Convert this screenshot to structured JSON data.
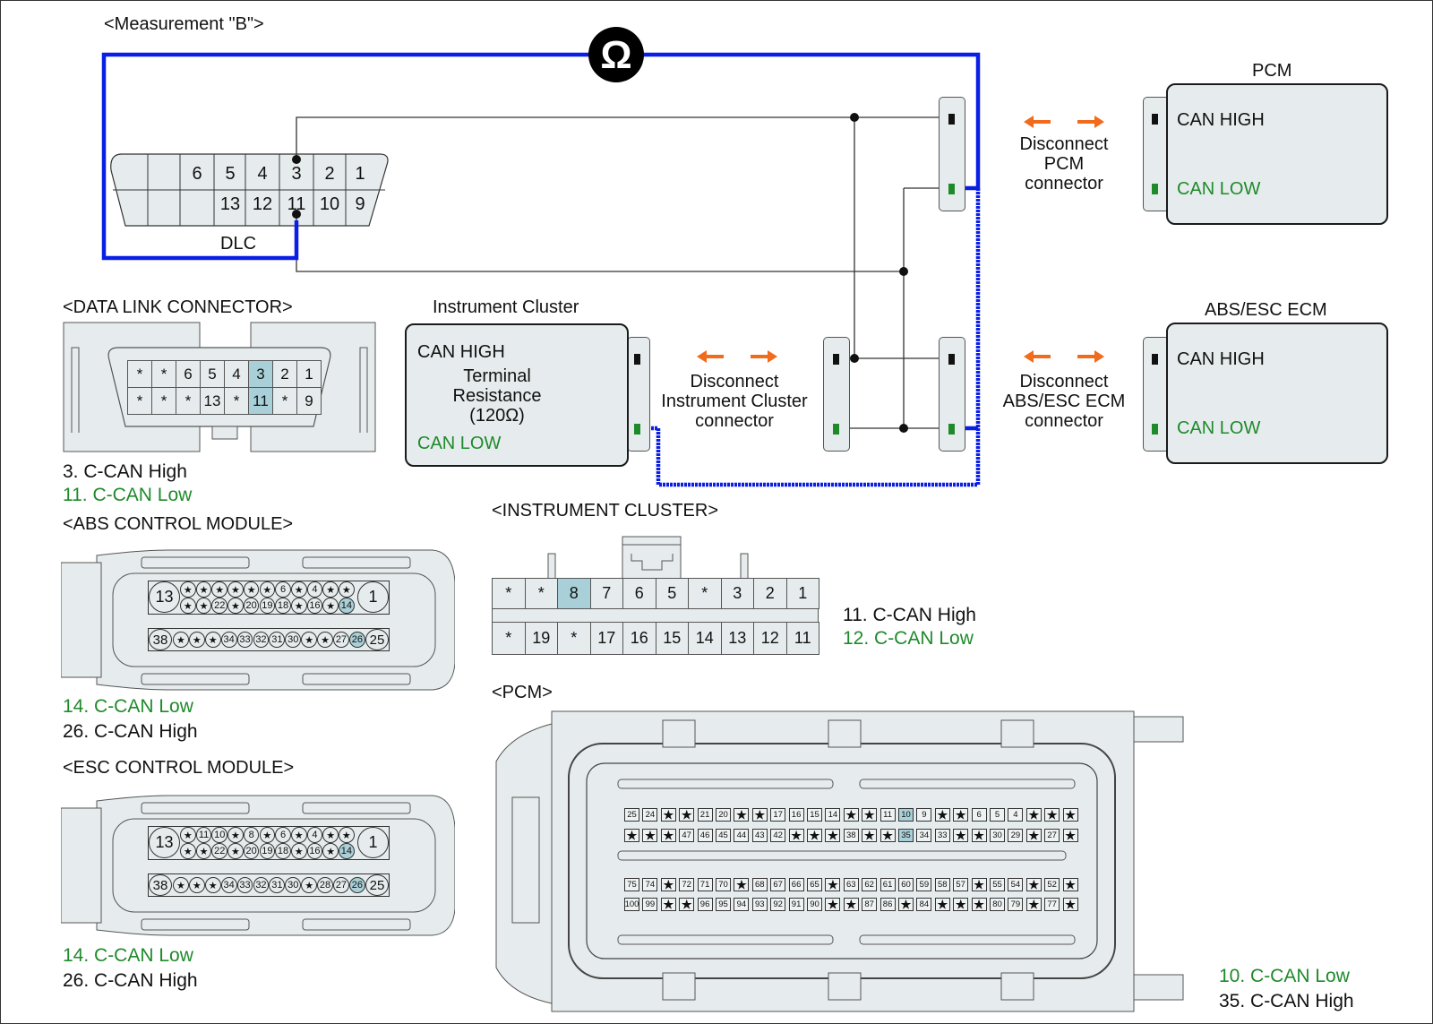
{
  "diagram": {
    "title": "<Measurement \"B\">",
    "ohmmeter_symbol": "Ω",
    "dlc": {
      "label": "DLC",
      "top_row": [
        "",
        "",
        "6",
        "5",
        "4",
        "3",
        "2",
        "1"
      ],
      "bottom_row": [
        "",
        "",
        "",
        "13",
        "12",
        "11",
        "10",
        "9"
      ]
    },
    "pcm_module": {
      "title": "PCM",
      "can_high": "CAN HIGH",
      "can_low": "CAN LOW",
      "disconnect_lines": [
        "Disconnect",
        "PCM",
        "connector"
      ]
    },
    "abs_esc_module": {
      "title": "ABS/ESC ECM",
      "can_high": "CAN HIGH",
      "can_low": "CAN LOW",
      "disconnect_lines": [
        "Disconnect",
        "ABS/ESC ECM",
        "connector"
      ]
    },
    "instrument_cluster_module": {
      "title": "Instrument Cluster",
      "can_high": "CAN HIGH",
      "can_low": "CAN LOW",
      "resistor_lines": [
        "Terminal",
        "Resistance",
        "(120Ω)"
      ],
      "disconnect_lines": [
        "Disconnect",
        "Instrument Cluster",
        "connector"
      ]
    }
  },
  "connectors": {
    "data_link": {
      "title": "<DATA LINK CONNECTOR>",
      "top_row": [
        "*",
        "*",
        "6",
        "5",
        "4",
        "3",
        "2",
        "1"
      ],
      "bottom_row": [
        "*",
        "*",
        "*",
        "13",
        "*",
        "11",
        "*",
        "9"
      ],
      "highlighted": [
        "3",
        "11"
      ],
      "legend": [
        {
          "text": "3. C-CAN High",
          "color": "#111111"
        },
        {
          "text": "11. C-CAN Low",
          "color": "#1e8a2a"
        }
      ]
    },
    "abs": {
      "title": "<ABS CONTROL MODULE>",
      "left_big": "13",
      "right_big": "1",
      "row1": [
        "*",
        "*",
        "*",
        "*",
        "*",
        "*",
        "6",
        "*",
        "4",
        "*",
        "*"
      ],
      "row2": [
        "*",
        "*",
        "22",
        "*",
        "20",
        "19",
        "18",
        "*",
        "16",
        "*",
        "14"
      ],
      "row3_left": "38",
      "row3": [
        "*",
        "*",
        "*",
        "34",
        "33",
        "32",
        "31",
        "30",
        "*",
        "*",
        "27",
        "26"
      ],
      "row3_right": "25",
      "highlighted": [
        "14",
        "26"
      ],
      "legend": [
        {
          "text": "14. C-CAN Low",
          "color": "#1e8a2a"
        },
        {
          "text": "26. C-CAN High",
          "color": "#111111"
        }
      ]
    },
    "esc": {
      "title": "<ESC CONTROL MODULE>",
      "left_big": "13",
      "right_big": "1",
      "row1": [
        "*",
        "11",
        "10",
        "*",
        "8",
        "*",
        "6",
        "*",
        "4",
        "*",
        "*"
      ],
      "row2": [
        "*",
        "*",
        "22",
        "*",
        "20",
        "19",
        "18",
        "*",
        "16",
        "*",
        "14"
      ],
      "row3_left": "38",
      "row3": [
        "*",
        "*",
        "*",
        "34",
        "33",
        "32",
        "31",
        "30",
        "*",
        "28",
        "27",
        "26"
      ],
      "row3_right": "25",
      "highlighted": [
        "14",
        "26"
      ],
      "legend": [
        {
          "text": "14. C-CAN Low",
          "color": "#1e8a2a"
        },
        {
          "text": "26. C-CAN High",
          "color": "#111111"
        }
      ]
    },
    "instrument_cluster": {
      "title": "<INSTRUMENT CLUSTER>",
      "top_row": [
        "*",
        "*",
        "8",
        "7",
        "6",
        "5",
        "*",
        "3",
        "2",
        "1"
      ],
      "bottom_row": [
        "*",
        "19",
        "*",
        "17",
        "16",
        "15",
        "14",
        "13",
        "12",
        "11"
      ],
      "highlighted": [
        "8"
      ],
      "legend": [
        {
          "text": "11. C-CAN High",
          "color": "#111111"
        },
        {
          "text": "12. C-CAN Low",
          "color": "#1e8a2a"
        }
      ]
    },
    "pcm": {
      "title": "<PCM>",
      "row1": [
        "25",
        "24",
        "*",
        "*",
        "21",
        "20",
        "*",
        "*",
        "17",
        "16",
        "15",
        "14",
        "*",
        "*",
        "11",
        "10",
        "9",
        "*",
        "*",
        "6",
        "5",
        "4",
        "*",
        "*",
        "*"
      ],
      "row2": [
        "*",
        "*",
        "*",
        "47",
        "46",
        "45",
        "44",
        "43",
        "42",
        "*",
        "*",
        "*",
        "38",
        "*",
        "*",
        "35",
        "34",
        "33",
        "*",
        "*",
        "30",
        "29",
        "*",
        "27",
        "*"
      ],
      "row3": [
        "75",
        "74",
        "*",
        "72",
        "71",
        "70",
        "*",
        "68",
        "67",
        "66",
        "65",
        "*",
        "63",
        "62",
        "61",
        "60",
        "59",
        "58",
        "57",
        "*",
        "55",
        "54",
        "*",
        "52",
        "*"
      ],
      "row4": [
        "100",
        "99",
        "*",
        "*",
        "96",
        "95",
        "94",
        "93",
        "92",
        "91",
        "90",
        "*",
        "*",
        "87",
        "86",
        "*",
        "84",
        "*",
        "*",
        "*",
        "80",
        "79",
        "*",
        "77",
        "*"
      ],
      "highlighted": [
        "10",
        "35"
      ],
      "legend": [
        {
          "text": "10. C-CAN Low",
          "color": "#1e8a2a"
        },
        {
          "text": "35. C-CAN High",
          "color": "#111111"
        }
      ]
    }
  },
  "colors": {
    "meter_wire": "#0a1fe6",
    "can_low": "#1e8a2a",
    "can_high": "#111111",
    "disconnect_arrow": "#f26a1b",
    "highlight_pin": "#a9d0d8",
    "module_fill": "#e6eced"
  }
}
